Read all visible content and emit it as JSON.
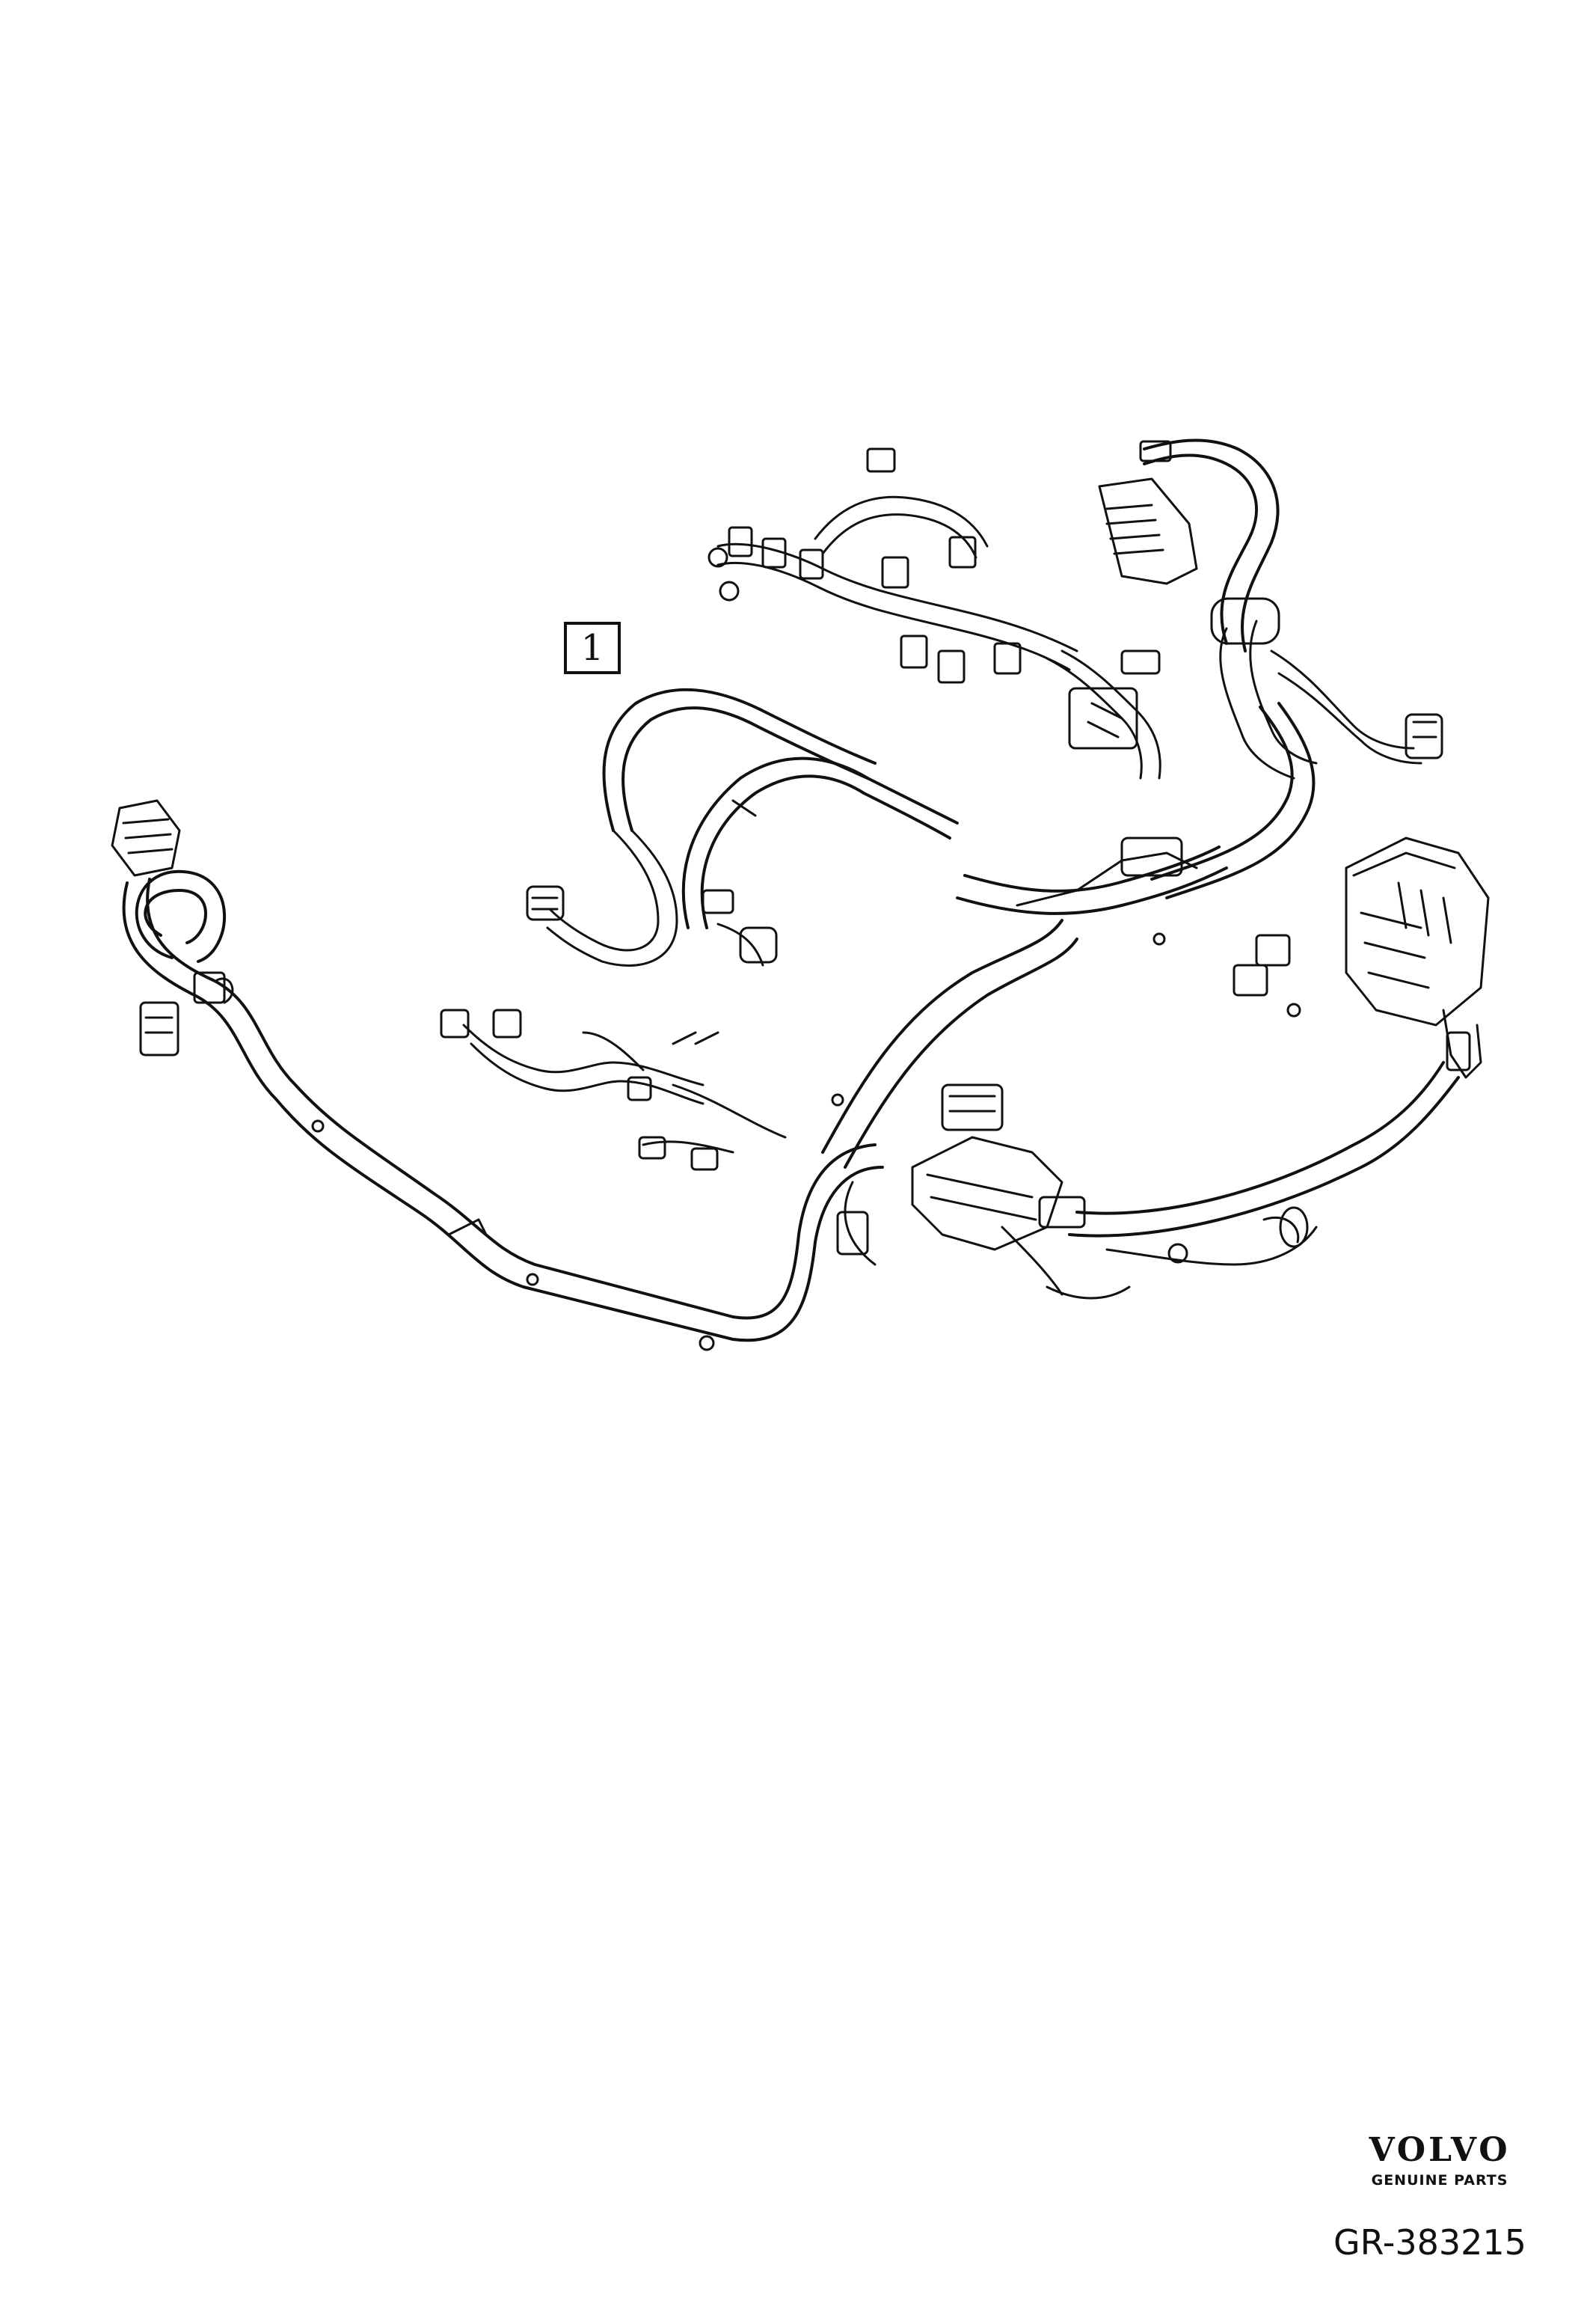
{
  "diagram": {
    "callout_label": "1"
  },
  "brand": {
    "logo_text": "VOLVO",
    "tagline": "GENUINE PARTS"
  },
  "reference": {
    "code": "GR-383215"
  },
  "colors": {
    "line": "#111111",
    "background": "#ffffff"
  }
}
